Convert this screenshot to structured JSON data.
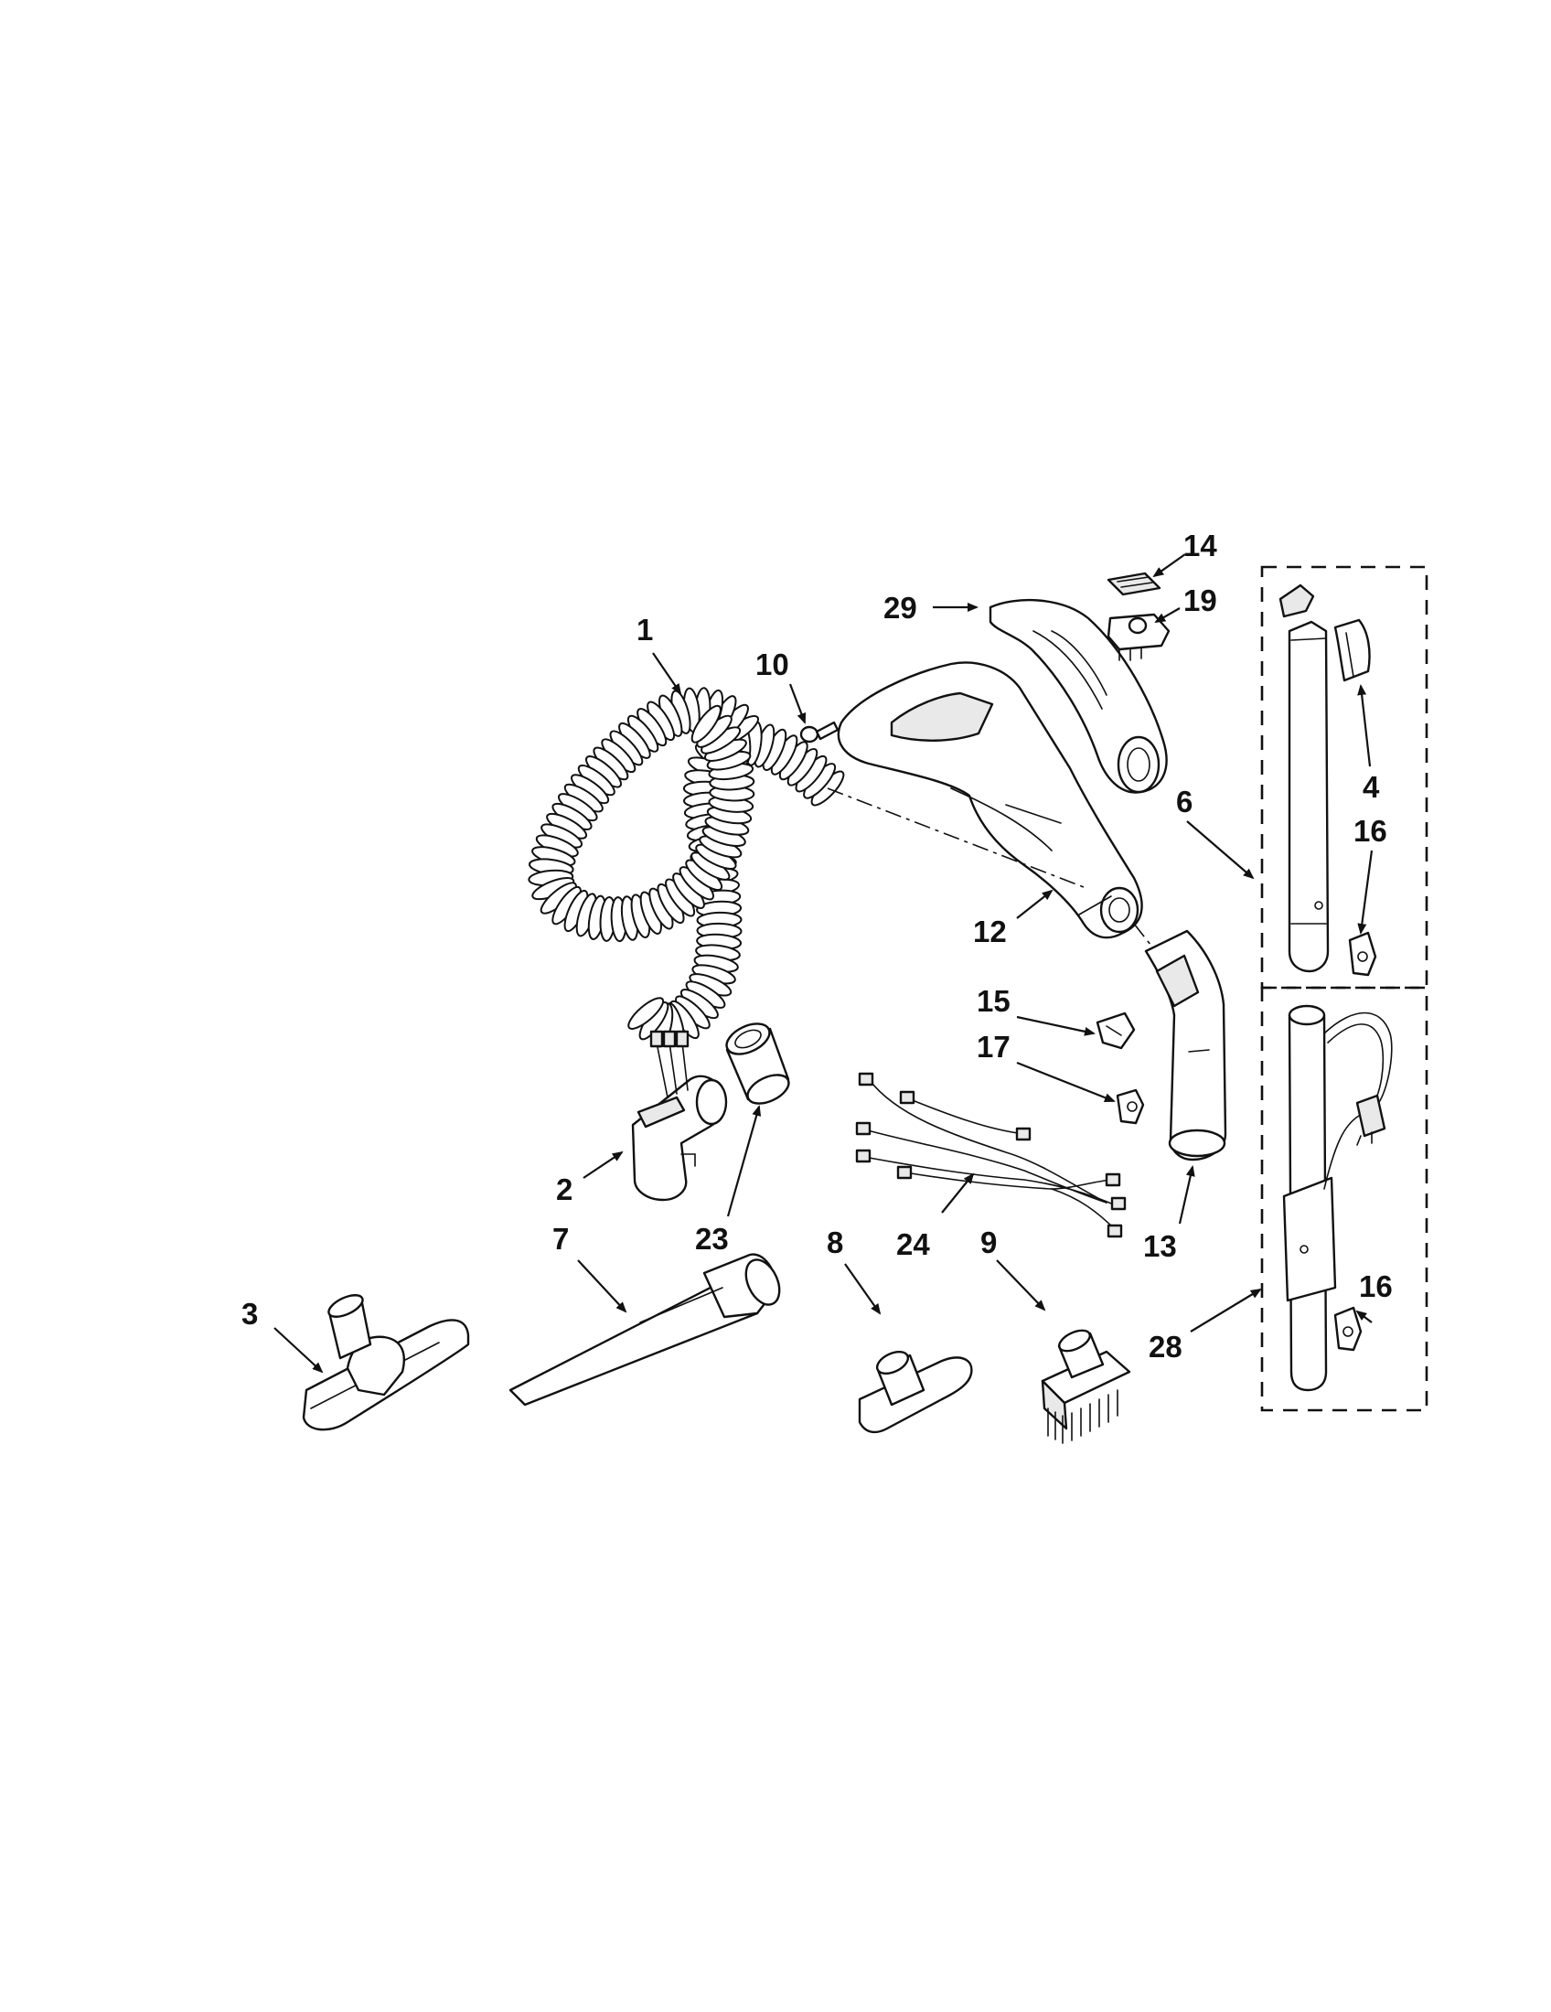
{
  "callouts": [
    {
      "id": "1",
      "text": "1"
    },
    {
      "id": "2",
      "text": "2"
    },
    {
      "id": "3",
      "text": "3"
    },
    {
      "id": "4",
      "text": "4"
    },
    {
      "id": "6",
      "text": "6"
    },
    {
      "id": "7",
      "text": "7"
    },
    {
      "id": "8",
      "text": "8"
    },
    {
      "id": "9",
      "text": "9"
    },
    {
      "id": "10",
      "text": "10"
    },
    {
      "id": "12",
      "text": "12"
    },
    {
      "id": "13",
      "text": "13"
    },
    {
      "id": "14",
      "text": "14"
    },
    {
      "id": "15",
      "text": "15"
    },
    {
      "id": "16a",
      "text": "16"
    },
    {
      "id": "16b",
      "text": "16"
    },
    {
      "id": "17",
      "text": "17"
    },
    {
      "id": "19",
      "text": "19"
    },
    {
      "id": "23",
      "text": "23"
    },
    {
      "id": "24",
      "text": "24"
    },
    {
      "id": "28",
      "text": "28"
    },
    {
      "id": "29",
      "text": "29"
    }
  ],
  "colors": {
    "ink": "#111111",
    "paper": "#ffffff"
  }
}
